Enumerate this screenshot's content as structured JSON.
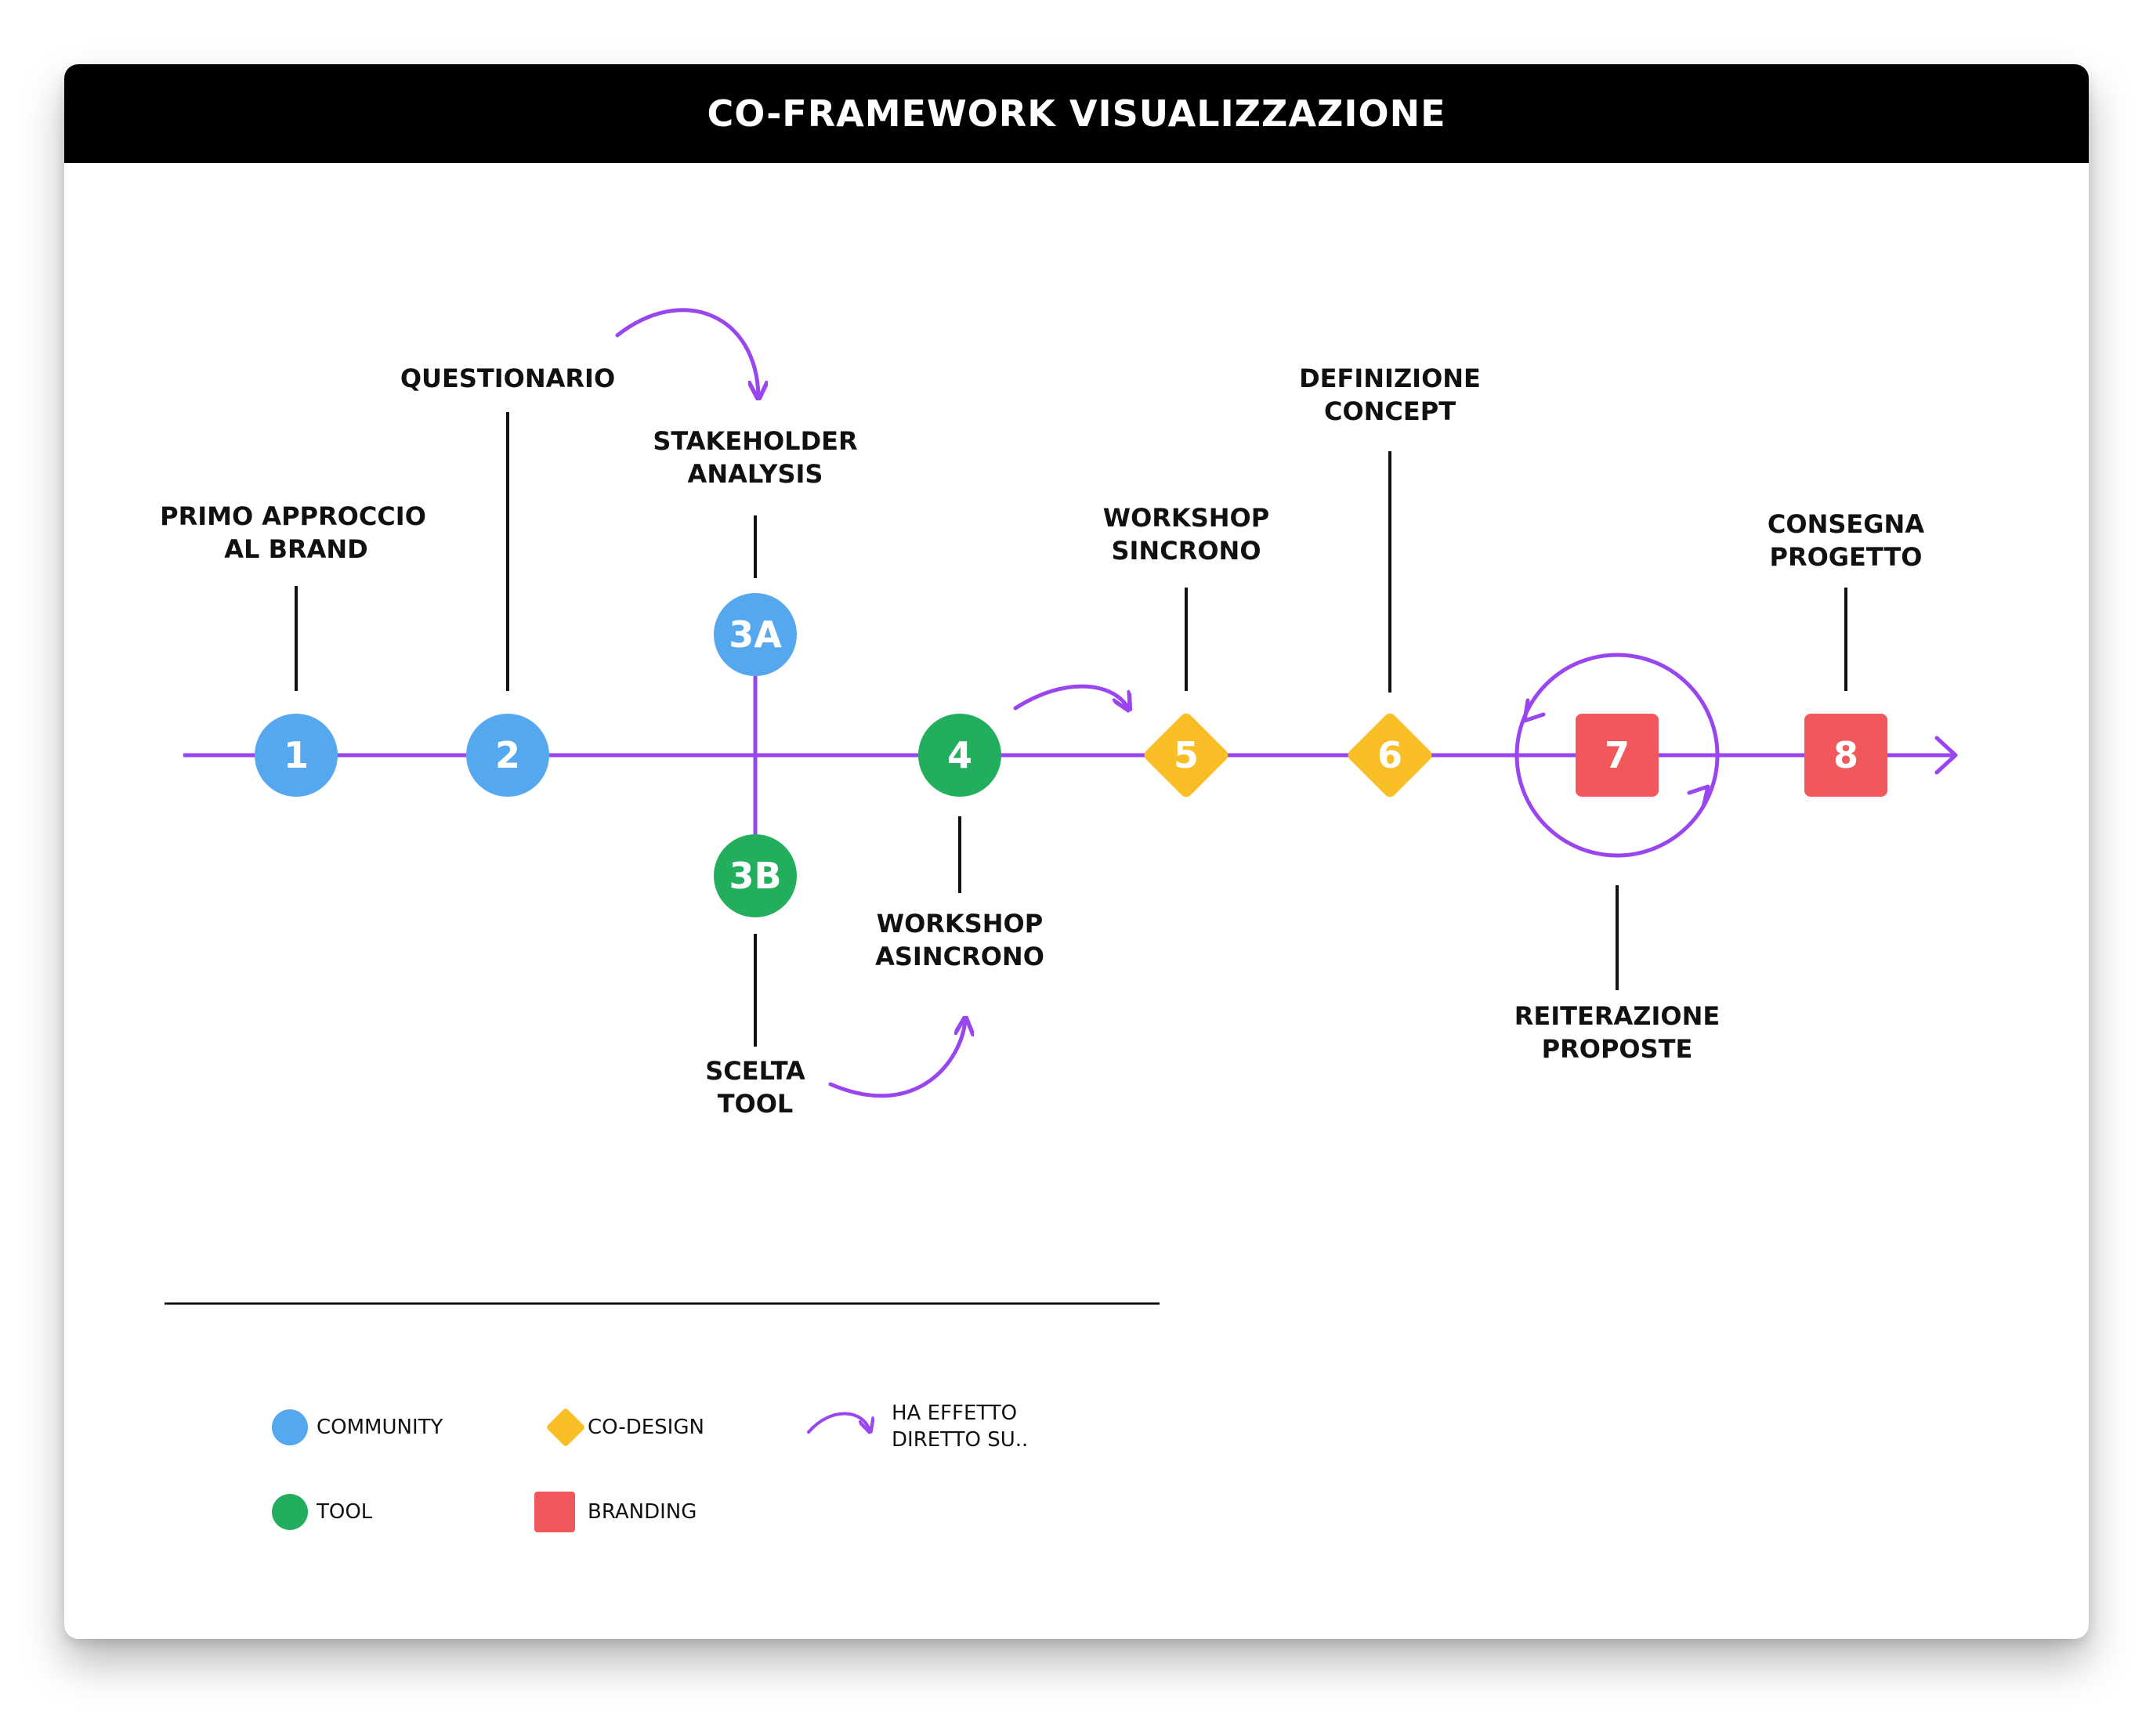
{
  "title": "CO-FRAMEWORK VISUALIZZAZIONE",
  "colors": {
    "community": "#55A8EE",
    "tool": "#22AE5C",
    "codesign": "#F9BD25",
    "branding": "#F1585C",
    "arrow": "#9945F0"
  },
  "nodes": [
    {
      "id": "1",
      "number": "1",
      "category": "community",
      "shape": "circle",
      "label": [
        "PRIMO APPROCCIO",
        "AL BRAND"
      ]
    },
    {
      "id": "2",
      "number": "2",
      "category": "community",
      "shape": "circle",
      "label": [
        "QUESTIONARIO"
      ]
    },
    {
      "id": "3a",
      "number": "3A",
      "category": "community",
      "shape": "circle",
      "label": [
        "STAKEHOLDER",
        "ANALYSIS"
      ]
    },
    {
      "id": "3b",
      "number": "3B",
      "category": "tool",
      "shape": "circle",
      "label": [
        "SCELTA",
        "TOOL"
      ]
    },
    {
      "id": "4",
      "number": "4",
      "category": "tool",
      "shape": "circle",
      "label": [
        "WORKSHOP",
        "ASINCRONO"
      ]
    },
    {
      "id": "5",
      "number": "5",
      "category": "codesign",
      "shape": "diamond",
      "label": [
        "WORKSHOP",
        "SINCRONO"
      ]
    },
    {
      "id": "6",
      "number": "6",
      "category": "codesign",
      "shape": "diamond",
      "label": [
        "DEFINIZIONE",
        "CONCEPT"
      ]
    },
    {
      "id": "7",
      "number": "7",
      "category": "branding",
      "shape": "square",
      "label": [
        "REITERAZIONE",
        "PROPOSTE"
      ]
    },
    {
      "id": "8",
      "number": "8",
      "category": "branding",
      "shape": "square",
      "label": [
        "CONSEGNA",
        "PROGETTO"
      ]
    }
  ],
  "legend": {
    "community": "COMMUNITY",
    "tool": "TOOL",
    "codesign": "CO-DESIGN",
    "branding": "BRANDING",
    "effect": [
      "HA EFFETTO",
      "DIRETTO SU.."
    ]
  }
}
